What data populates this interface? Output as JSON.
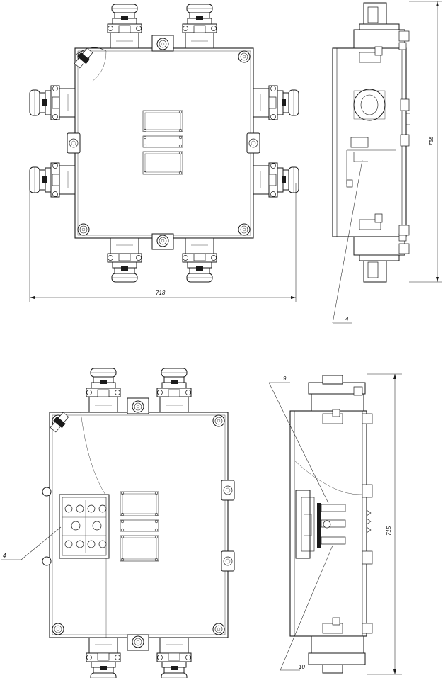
{
  "dimensions": {
    "width_top": "718",
    "height_side_top": "758",
    "height_side_bottom": "715"
  },
  "callouts": {
    "top_right_leader": "4",
    "bottom_left_leader": "4",
    "bottom_side_top": "9",
    "bottom_side_bottom": "10"
  }
}
